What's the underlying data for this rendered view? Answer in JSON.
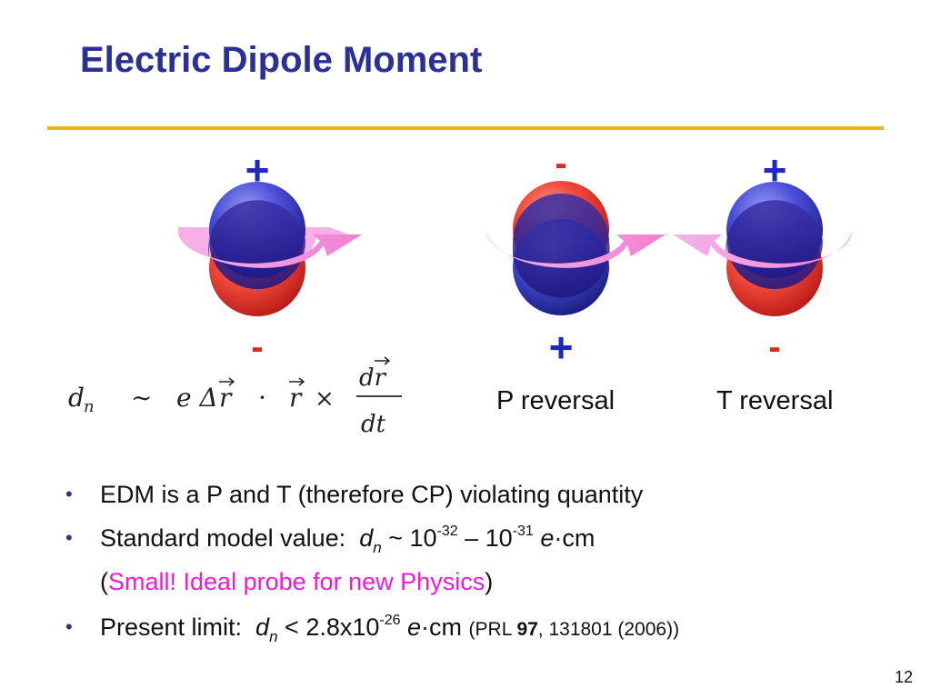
{
  "slide": {
    "title": "Electric Dipole Moment",
    "page_number": "12"
  },
  "diagram": {
    "neutrons": [
      {
        "top_sign": "+",
        "bottom_sign": "-",
        "label": ""
      },
      {
        "top_sign": "-",
        "bottom_sign": "+",
        "label": "P reversal"
      },
      {
        "top_sign": "+",
        "bottom_sign": "-",
        "label": "T reversal"
      }
    ],
    "colors": {
      "positive_sign": "#1f2ab8",
      "negative_sign": "#e8231b",
      "arrow": "#f28ad6",
      "accent_rule": "#f2b01e",
      "title": "#2a3096",
      "highlight": "#ee1bd4"
    }
  },
  "formula": {
    "lhs": "d",
    "lhs_sub": "n",
    "tilde": "∼",
    "e_delta_r": "e Δ",
    "r": "r",
    "dot": "·",
    "cross": "×",
    "num": "dr",
    "den": "dt"
  },
  "bullets": {
    "b1": "EDM is a P and T (therefore CP) violating quantity",
    "b2_pre": "Standard model value:  ",
    "b2_d": "d",
    "b2_sub": "n",
    "b2_mid": " ~ 10",
    "b2_exp1": "-32",
    "b2_dash": " – 10",
    "b2_exp2": "-31",
    "b2_e": " e",
    "b2_unit": "·cm",
    "b3_open": "(",
    "b3_highlight": "Small! Ideal probe for new Physics",
    "b3_close": ")",
    "b4_pre": "Present limit:  ",
    "b4_d": "d",
    "b4_sub": "n",
    "b4_lt": " < 2.8x10",
    "b4_exp": "-26",
    "b4_e": " e",
    "b4_unit": "·cm ",
    "b4_ref_pre": "(PRL ",
    "b4_ref_vol": "97",
    "b4_ref_post": ", 131801 (2006))"
  }
}
